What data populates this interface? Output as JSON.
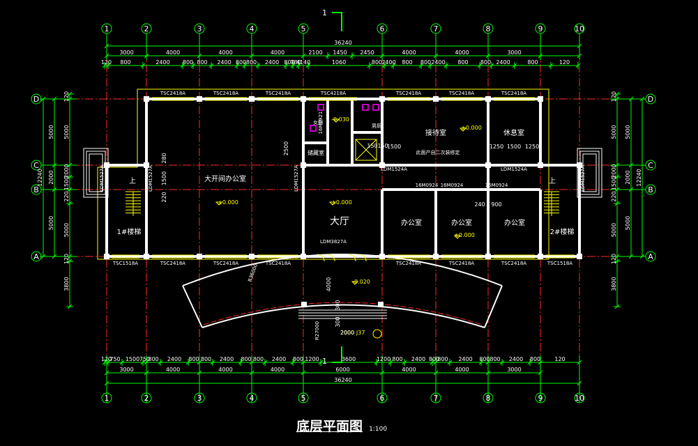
{
  "drawing": {
    "title": "底层平面图",
    "scale": "1:100",
    "section_mark": "1"
  },
  "axes": {
    "cols": [
      "1",
      "2",
      "3",
      "4",
      "5",
      "6",
      "7",
      "8",
      "9",
      "10"
    ],
    "rows": [
      "A",
      "B",
      "C",
      "D"
    ]
  },
  "dimensions": {
    "top_total": "36240",
    "top_bays": [
      "3000",
      "4000",
      "4000",
      "4000",
      "2100",
      "1450",
      "2450",
      "4000",
      "4000",
      "3000"
    ],
    "top_openings": [
      "120",
      "800",
      "2400",
      "800",
      "800",
      "2400",
      "800",
      "800",
      "2400",
      "800",
      "780",
      "4140",
      "1060",
      "800",
      "2400",
      "800",
      "800",
      "2400",
      "800",
      "800",
      "2400",
      "800",
      "120"
    ],
    "bottom_openings": [
      "120",
      "750",
      "1500",
      "750",
      "800",
      "2400",
      "800",
      "800",
      "2400",
      "800",
      "800",
      "2400",
      "800",
      "1200",
      "3600",
      "1200",
      "800",
      "2400",
      "800",
      "800",
      "2400",
      "800",
      "800",
      "2400",
      "800",
      "120"
    ],
    "bottom_bays": [
      "3000",
      "4000",
      "4000",
      "4000",
      "6000",
      "4000",
      "4000",
      "3000"
    ],
    "bottom_total": "36240",
    "left_side": [
      "120",
      "5000",
      "12240",
      "2000",
      "1500",
      "220",
      "5000",
      "120",
      "3800"
    ],
    "right_side": [
      "120",
      "5000",
      "12240",
      "2000",
      "1500",
      "220",
      "5000",
      "120",
      "3800"
    ],
    "inner": [
      "280",
      "1500",
      "220",
      "2500",
      "150",
      "1500",
      "1250",
      "1500",
      "1250",
      "240",
      "900",
      "4000",
      "300",
      "300",
      "2000",
      "150"
    ]
  },
  "rooms": {
    "open_office": "大开间办公室",
    "hall": "大厅",
    "office1": "办公室",
    "office2": "办公室",
    "office3": "办公室",
    "reception": "接待室",
    "rest": "休息室",
    "stair1": "1#楼梯",
    "stair2": "2#楼梯",
    "storage": "储藏室",
    "wc_m": "男厕",
    "wc_f": "女厕",
    "note": "此面产自二次装修定",
    "up1": "上",
    "up2": "上"
  },
  "levels": {
    "open_office": "±0.000",
    "hall": "±0.000",
    "office": "±0.000",
    "reception": "±0.000",
    "wc": "-0.030",
    "outdoor": "-0.020"
  },
  "windows": {
    "top": [
      "TSC2418A",
      "TSC2418A",
      "TSC2418A",
      "TSC4218A",
      "TSC2418A",
      "TSC2418A",
      "TSC2418A"
    ],
    "bottom": [
      "TSC1518A",
      "TSC2418A",
      "TSC2418A",
      "TSC2418A",
      "TSC2418A",
      "TSC2418A",
      "TSC2418A",
      "TSC1518A"
    ],
    "doors": [
      "LDM1527A",
      "LDM1527A",
      "LDM1527A",
      "LDM1527A",
      "LDM3827A",
      "LDM1524A",
      "LDM1524A",
      "16M0924",
      "16M0924",
      "16M0924",
      "16M0921"
    ],
    "radius": "R36000",
    "radius2": "R27000",
    "detail": "2000 J37"
  },
  "colors": {
    "axis": "#ff2a2a",
    "dim": "#00ff00",
    "wall": "#ffffff",
    "window": "#ffff00",
    "fixture": "#ff00ff",
    "background": "#000000"
  }
}
